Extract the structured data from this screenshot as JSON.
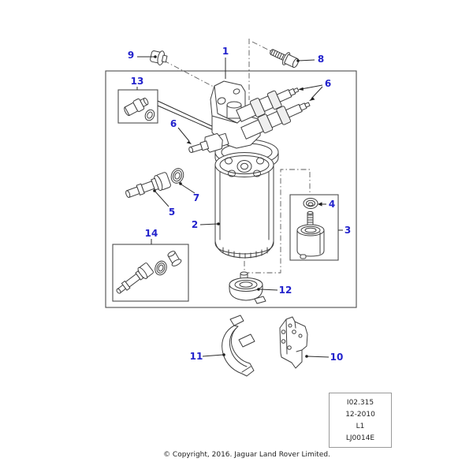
{
  "callouts": {
    "c1": "1",
    "c2": "2",
    "c3": "3",
    "c4": "4",
    "c5": "5",
    "c6_left": "6",
    "c6_right": "6",
    "c7": "7",
    "c8": "8",
    "c9": "9",
    "c10": "10",
    "c11": "11",
    "c12": "12",
    "c13": "13",
    "c14": "14"
  },
  "info_panel": {
    "lines": [
      "I02.315",
      "12-2010",
      "L1",
      "LJ0014E"
    ]
  },
  "footer": {
    "copyright": "© Copyright, 2016. Jaguar Land Rover Limited."
  },
  "colors": {
    "callout_blue": "#2323cc",
    "line_gray": "#3f3f3f"
  }
}
